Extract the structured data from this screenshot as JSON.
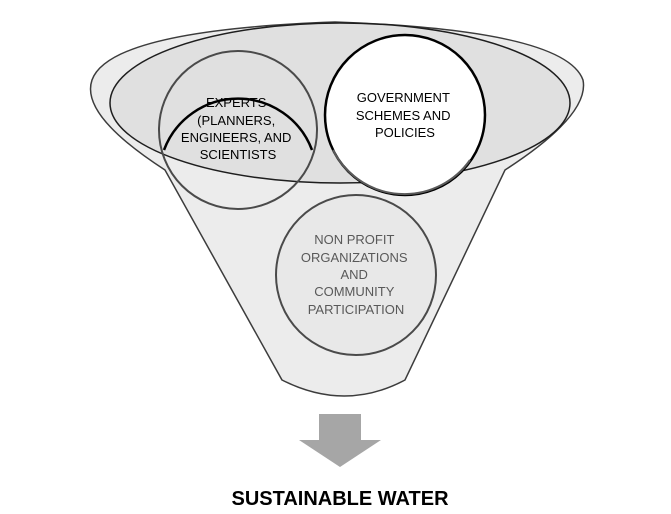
{
  "diagram": {
    "circles": [
      {
        "lines": [
          "EXPERTS",
          "(PLANNERS,",
          "ENGINEERS, AND",
          "SCIENTISTS"
        ]
      },
      {
        "lines": [
          "GOVERNMENT",
          "SCHEMES AND",
          "POLICIES"
        ]
      },
      {
        "lines": [
          "NON PROFIT",
          "ORGANIZATIONS",
          "AND",
          "COMMUNITY",
          "PARTICIPATION"
        ]
      }
    ],
    "result": "SUSTAINABLE WATER"
  },
  "colors": {
    "funnel_fill": "#ececec",
    "funnel_inner_fill": "#e0e0e0",
    "outline": "#3c3c3c",
    "arrow": "#a6a6a6",
    "text_dark": "#000000",
    "text_muted": "#595959"
  }
}
